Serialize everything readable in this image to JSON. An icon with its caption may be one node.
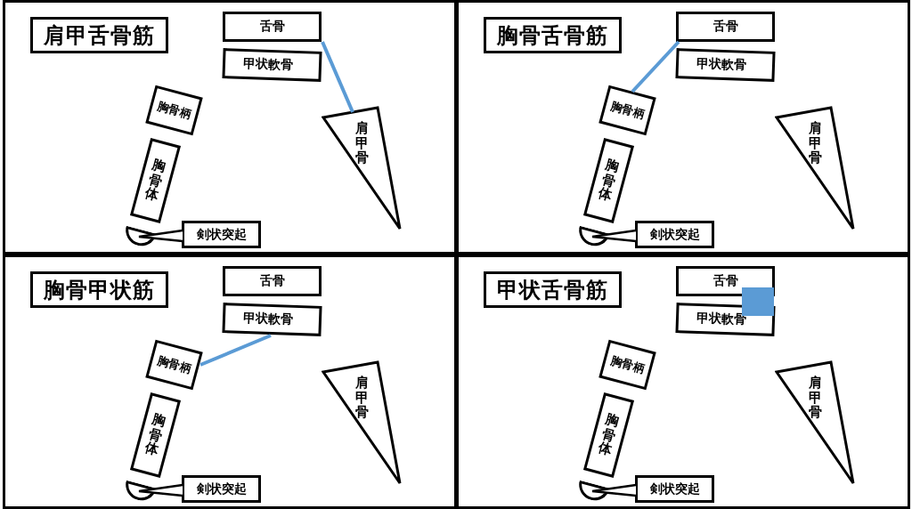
{
  "diagram": {
    "nodes": [
      {
        "text": [],
        "shape": "box"
      },
      {
        "text": [
          "肩甲舌骨筋"
        ],
        "in": 0
      },
      {
        "text": [
          "舌骨"
        ],
        "in": 0
      },
      {
        "text": [
          "甲状軟骨"
        ],
        "in": 0
      },
      {
        "text": [
          "胸骨柄"
        ],
        "in": 0
      },
      {
        "text": [
          "肩甲骨"
        ],
        "in": 0
      },
      {
        "text": [
          "胸骨体"
        ],
        "in": 0
      },
      {
        "text": [],
        "shape": "semicircle",
        "in": 0
      },
      {
        "text": [
          "剣状突起"
        ],
        "in": 0
      },
      {
        "text": [],
        "shape": "box"
      },
      {
        "text": [
          "胸骨舌骨筋"
        ],
        "in": 9
      },
      {
        "text": [
          "舌骨"
        ],
        "in": 9
      },
      {
        "text": [
          "甲状軟骨"
        ],
        "in": 9
      },
      {
        "text": [
          "胸骨柄"
        ],
        "in": 9
      },
      {
        "text": [
          "肩甲骨"
        ],
        "in": 9
      },
      {
        "text": [
          "胸骨体"
        ],
        "in": 9
      },
      {
        "text": [],
        "shape": "semicircle",
        "in": 9
      },
      {
        "text": [
          "剣状突起"
        ],
        "in": 9
      },
      {
        "text": [],
        "shape": "box"
      },
      {
        "text": [
          "胸骨甲状筋"
        ],
        "in": 18
      },
      {
        "text": [
          "舌骨"
        ],
        "in": 18
      },
      {
        "text": [
          "甲状軟骨"
        ],
        "in": 18
      },
      {
        "text": [
          "胸骨柄"
        ],
        "in": 18
      },
      {
        "text": [
          "肩甲骨"
        ],
        "in": 18
      },
      {
        "text": [
          "胸骨体"
        ],
        "in": 18
      },
      {
        "text": [],
        "shape": "semicircle",
        "in": 18
      },
      {
        "text": [
          "剣状突起"
        ],
        "in": 18
      },
      {
        "text": [],
        "shape": "box"
      },
      {
        "text": [
          "甲状舌骨筋"
        ],
        "in": 27
      },
      {
        "text": [
          "舌骨"
        ],
        "in": 27
      },
      {
        "text": [
          "甲状軟骨"
        ],
        "in": 27
      },
      {
        "text": [
          "胸骨柄"
        ],
        "in": 27
      },
      {
        "text": [
          "肩甲骨"
        ],
        "in": 27
      },
      {
        "text": [
          "胸骨体"
        ],
        "in": 27
      },
      {
        "text": [],
        "shape": "semicircle",
        "in": 27
      },
      {
        "text": [
          "剣状突起"
        ],
        "in": 27
      }
    ],
    "edges": [
      {
        "from": 2,
        "to": 5,
        "arrow": "none",
        "color": "#5b9bd5"
      },
      {
        "from": 11,
        "to": 13,
        "arrow": "none",
        "color": "#5b9bd5"
      },
      {
        "from": 21,
        "to": 22,
        "arrow": "none",
        "color": "#5b9bd5"
      },
      {
        "from": 29,
        "to": 30,
        "arrow": "none",
        "color": "#5b9bd5",
        "style": "thick"
      },
      {
        "from": 8,
        "to": 7,
        "arrow": "none",
        "color": "#000000"
      },
      {
        "from": 17,
        "to": 16,
        "arrow": "none",
        "color": "#000000"
      },
      {
        "from": 26,
        "to": 25,
        "arrow": "none",
        "color": "#000000"
      },
      {
        "from": 35,
        "to": 34,
        "arrow": "none",
        "color": "#000000"
      }
    ]
  }
}
